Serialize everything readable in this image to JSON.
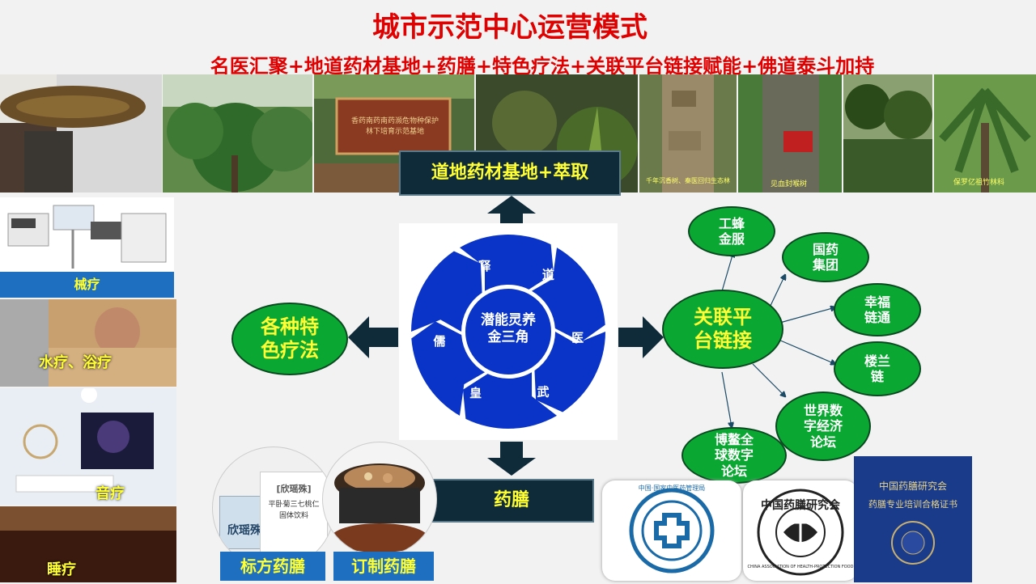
{
  "title": "城市示范中心运营模式",
  "subtitle": "名医汇聚+地道药材基地+药膳+特色疗法+关联平台链接赋能+佛道泰斗加持",
  "top_photos": {
    "captions": [
      "千年沉香树、秦医回归生态林",
      "见血封喉树",
      "保罗亿祖竹林科"
    ],
    "sign_text": [
      "香药南药南药濒危物种保护",
      "林下培育示范基地"
    ]
  },
  "base_box": "道地药材基地+萃取",
  "center": {
    "core": "潜能灵养\n金三角",
    "segments": [
      "释",
      "道",
      "医",
      "武",
      "皇",
      "儒"
    ]
  },
  "left_oval": "各种特\n色疗法",
  "right_oval": "关联平\n台链接",
  "bottom_box": "药膳",
  "platforms": [
    "工蜂\n金服",
    "国药\n集团",
    "幸福\n链通",
    "楼兰\n链",
    "世界数\n字经济\n论坛",
    "博鳌全\n球数字\n论坛"
  ],
  "therapies": [
    "械疗",
    "水疗、浴疗",
    "音疗",
    "睡疗"
  ],
  "product_labels": [
    "标方药膳",
    "订制药膳"
  ],
  "product_box": {
    "brand": "[欣瑶殊]",
    "desc": "平卧菊三七桃仁\n固体饮料",
    "package": "欣瑶殊"
  },
  "certs": {
    "cert_title": "中国药膳研究会",
    "cert_sub": "药膳专业培训合格证书",
    "logo1_text": "中国·国家中医药管理局",
    "logo2_text": "中国药膳研究会",
    "logo2_ring": "CHINA ASSOCIATION OF HEALTH-PROTECTION FOOD"
  },
  "colors": {
    "red": "#e00000",
    "green": "#0aa832",
    "yellow": "#ffff33",
    "navy": "#0f2b3a",
    "blue": "#1e6fbf",
    "wheel": "#0a34c8"
  }
}
